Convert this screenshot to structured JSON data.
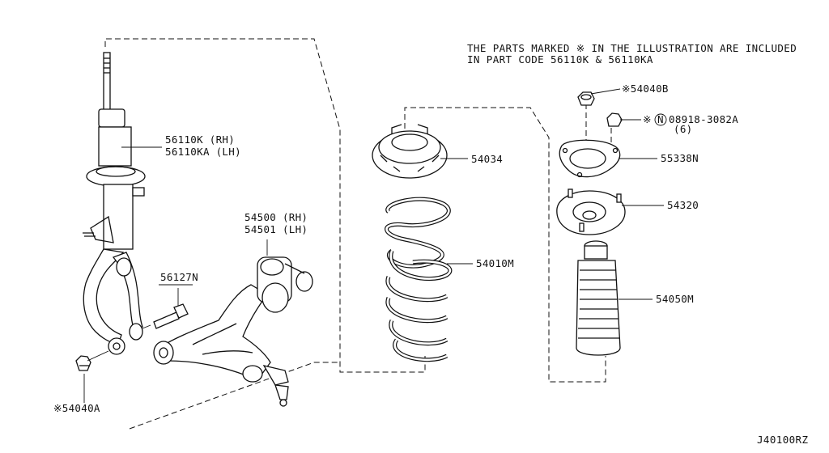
{
  "note": {
    "line1": "THE PARTS MARKED  ※  IN THE ILLUSTRATION ARE INCLUDED",
    "line2": "IN PART CODE 56110K & 56110KA"
  },
  "labels": {
    "strut_rh": "56110K (RH)",
    "strut_lh": "56110KA (LH)",
    "bolt": "56127N",
    "arm_rh": "54500 (RH)",
    "arm_lh": "54501 (LH)",
    "nut_lower": "※54040A",
    "seat": "54034",
    "spring": "54010M",
    "nut_top": "※54040B",
    "nut_n_prefix": "※",
    "nut_n_circle": "N",
    "nut_n_code": "08918-3082A",
    "nut_n_qty": "(6)",
    "plate": "55338N",
    "mount": "54320",
    "boot": "54050M"
  },
  "diagram_id": "J40100RZ"
}
